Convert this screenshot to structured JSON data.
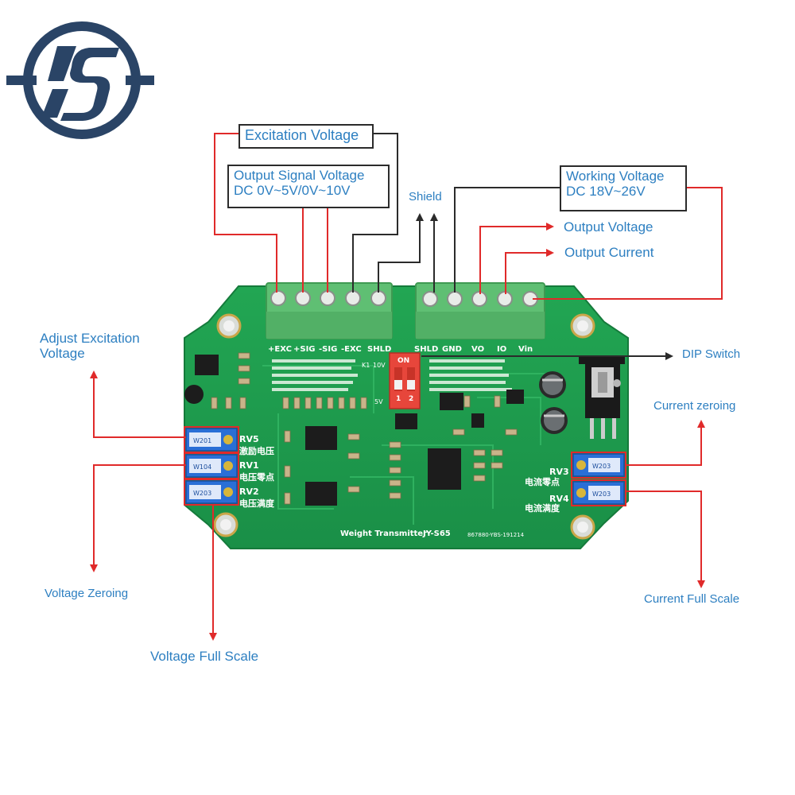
{
  "logo": {
    "name": "is-logo",
    "color": "#2a4466"
  },
  "colors": {
    "label_text": "#2d7fc1",
    "arrow_red": "#e02a2a",
    "line_black": "#2b2b2b",
    "pcb_green": "#1f9e4e",
    "terminal_green": "#5fbf73"
  },
  "callouts": {
    "excitation_voltage": "Excitation Voltage",
    "output_signal_voltage_line1": "Output Signal Voltage",
    "output_signal_voltage_line2": "DC 0V~5V/0V~10V",
    "working_voltage_line1": "Working Voltage",
    "working_voltage_line2": "DC 18V~26V",
    "shield": "Shield",
    "output_voltage": "Output Voltage",
    "output_current": "Output Current",
    "dip_switch": "DIP Switch",
    "adjust_excitation_line1": "Adjust Excitation",
    "adjust_excitation_line2": "Voltage",
    "current_zeroing": "Current zeroing",
    "voltage_zeroing": "Voltage Zeroing",
    "voltage_full_scale": "Voltage Full Scale",
    "current_full_scale": "Current Full Scale"
  },
  "board": {
    "left_terminal_labels": [
      "+EXC",
      "+SIG",
      "-SIG",
      "-EXC",
      "SHLD"
    ],
    "right_terminal_labels": [
      "SHLD",
      "GND",
      "VO",
      "IO",
      "Vin"
    ],
    "name": "Weight Transmitter",
    "model": "JY-S65",
    "serial": "867880-YBS-191214",
    "dip_on": "ON",
    "dip_nums": [
      "1",
      "2"
    ],
    "dip_side": [
      "10V",
      "5V"
    ],
    "k1": "K1",
    "potentiometers": [
      {
        "ref": "RV5",
        "cn": "激励电压",
        "code": "W201"
      },
      {
        "ref": "RV1",
        "cn": "电压零点",
        "code": "W104"
      },
      {
        "ref": "RV2",
        "cn": "电压满度",
        "code": "W203"
      },
      {
        "ref": "RV3",
        "cn": "电流零点",
        "code": "W203"
      },
      {
        "ref": "RV4",
        "cn": "电流满度",
        "code": "W203"
      }
    ]
  }
}
